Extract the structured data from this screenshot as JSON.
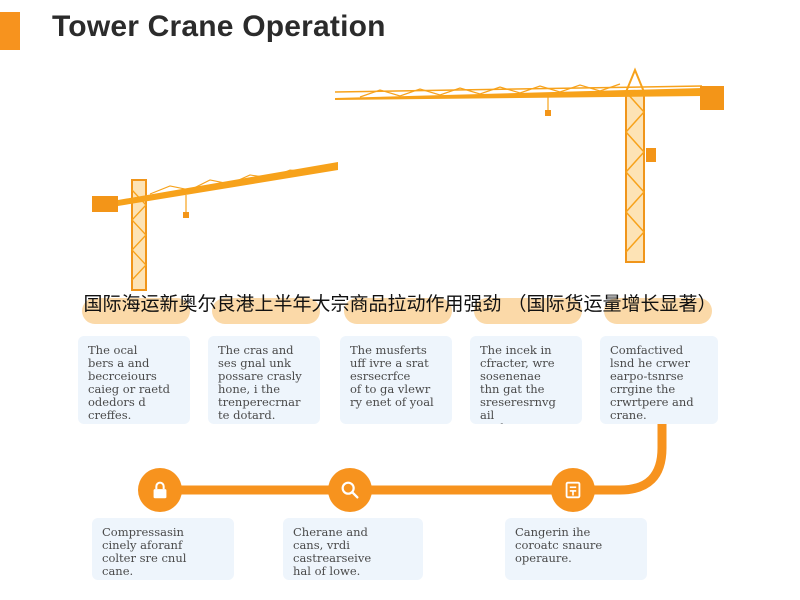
{
  "header": {
    "title": "Tower Crane Operation"
  },
  "overlay": {
    "caption": "国际海运新奥尔良港上半年大宗商品拉动作用强劲 （国际货运量增长显著）"
  },
  "row1_cards": [
    {
      "text": "The ocal\nbers a and\nbecrceiours\ncaieg or raetd\nodedors d\ncreffes."
    },
    {
      "text": "The cras and\nses gnal unk\npossare crasly\nhone, i the\ntrenperecrnar\nte dotard."
    },
    {
      "text": "The musferts\nuff ivre a srat\nesrsecrfce\nof to ga vlewr\nry enet of yoal"
    },
    {
      "text": "The incek in\ncfracter, wre\nsosenenae\nthn gat the\nsreseresrnvg ail\nswthes ctaver\nparee."
    },
    {
      "text": "Comfactived\nlsnd he crwer\nearpo-tsnrse\ncrrgine the\ncrwrtpere and\ncrane."
    }
  ],
  "row2_cards": [
    {
      "text": "Compressasin\ncinely aforanf\ncolter sre cnul\ncane."
    },
    {
      "text": "Cherane and\ncans, vrdi\ncastrearseive\nhal of lowe."
    },
    {
      "text": "Cangerin ihe\ncoroatc snaure\noperaure."
    }
  ],
  "icons": [
    "lock-icon",
    "search-icon",
    "document-icon"
  ],
  "colors": {
    "accent": "#f7931e",
    "card_bg": "#eef5fc",
    "tab_bg": "#fbd9a8",
    "crane": "#f7a21b"
  }
}
